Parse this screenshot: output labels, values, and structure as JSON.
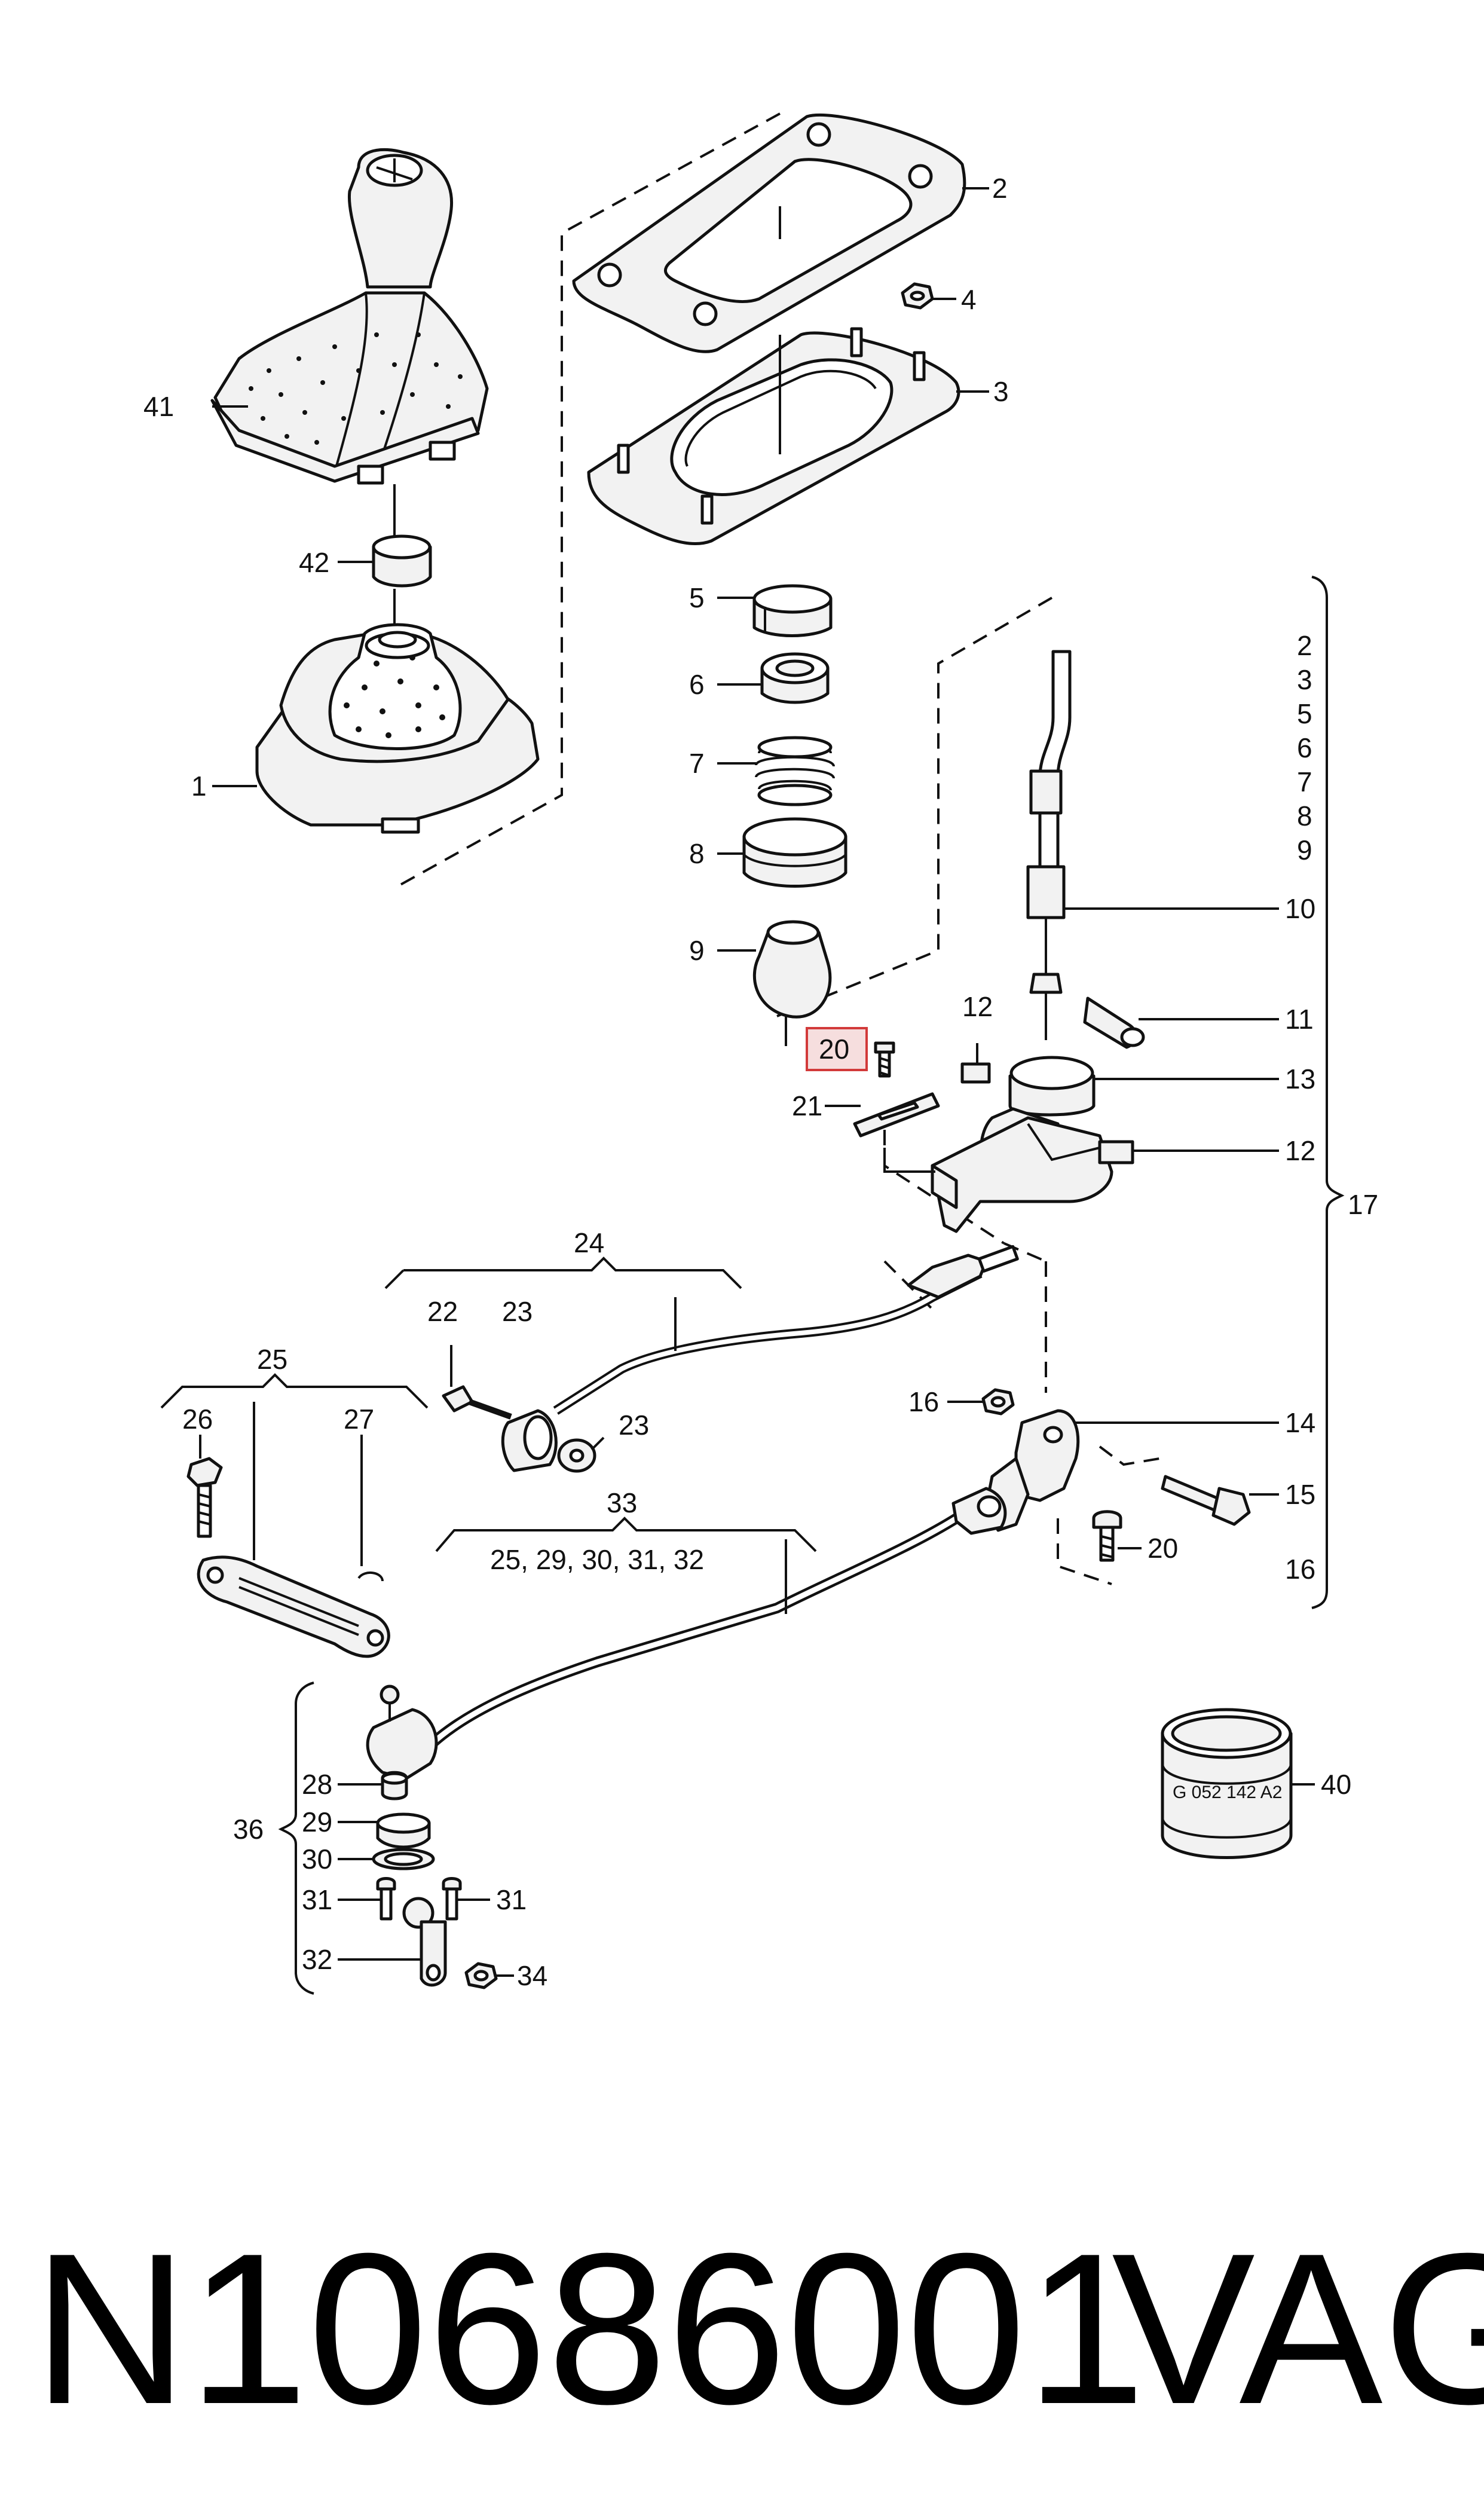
{
  "callouts": {
    "c1": "1",
    "c2": "2",
    "c3": "3",
    "c4": "4",
    "c5": "5",
    "c6": "6",
    "c7": "7",
    "c8": "8",
    "c9": "9",
    "c10": "10",
    "c11": "11",
    "c12a": "12",
    "c12b": "12",
    "c13": "13",
    "c14": "14",
    "c15": "15",
    "c16a": "16",
    "c16b": "16",
    "c17": "17",
    "c20hl": "20",
    "c20": "20",
    "c21": "21",
    "c22": "22",
    "c23a": "23",
    "c23b": "23",
    "c24": "24",
    "c25": "25",
    "c26": "26",
    "c27": "27",
    "c28": "28",
    "c29": "29",
    "c30": "30",
    "c31a": "31",
    "c31b": "31",
    "c32": "32",
    "c33": "33",
    "c33sub": "25, 29, 30, 31, 32",
    "c34": "34",
    "c36": "36",
    "c40": "40",
    "c41": "41",
    "c42": "42"
  },
  "group17_list": [
    "2",
    "3",
    "5",
    "6",
    "7",
    "8",
    "9"
  ],
  "stamp_text": "G 052 142 A2",
  "footer": {
    "part_number": "N10686001",
    "brand": "VAG"
  },
  "highlight_color": "#d23a3a"
}
